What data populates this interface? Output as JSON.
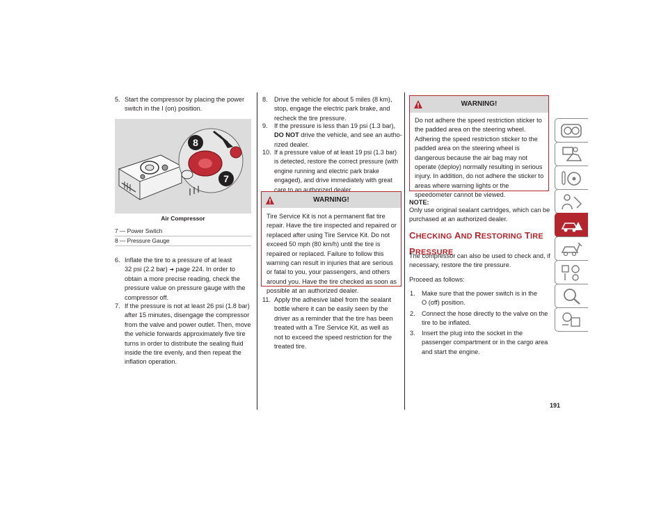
{
  "page_number": "191",
  "col1": {
    "step5_num": "5.",
    "step5_l1": "Start the compressor by placing the power",
    "step5_l2": "switch in the I (on) position.",
    "figure_caption": "Air Compressor",
    "callout_8": "8",
    "callout_7": "7",
    "legend_1": "7 — Power Switch",
    "legend_2": "8 — Pressure Gauge",
    "step6_num": "6.",
    "step6_l1": "Inflate the tire to a pressure of at least",
    "step6_l2a": "32 psi (2.2 bar)",
    "step6_ref": "page 224. In order to",
    "step6_l3": "obtain a more precise reading, check the",
    "step6_l4": "pressure value on pressure gauge with the",
    "step6_l5": "compressor off.",
    "step7_num": "7.",
    "step7_l1": "If the pressure is not at least 26 psi (1.8 bar)",
    "step7_l2": "after 15 minutes, disengage the compressor",
    "step7_l3": "from the valve and power outlet. Then, move",
    "step7_l4": "the vehicle forwards approximately five tire",
    "step7_l5": "turns in order to distribute the sealing fluid",
    "step7_l6": "inside the tire evenly, and then repeat the",
    "step7_l7": "inflation operation."
  },
  "col2": {
    "step8_num": "8.",
    "step8_l1": "Drive the vehicle for about 5 miles (8 km),",
    "step8_l2": "stop, engage the electric park brake, and",
    "step8_l3": "recheck the tire pressure.",
    "step9_num": "9.",
    "step9_l1": "If the pressure is less than 19 psi (1.3 bar),",
    "step9_bold": "DO NOT",
    "step9_l2": " drive the vehicle, and see an autho-",
    "step9_l3": "rized dealer.",
    "step10_num": "10.",
    "step10_l1": "If a pressure value of at least 19 psi (1.3 bar)",
    "step10_l2": "is detected, restore the correct pressure (with",
    "step10_l3": "engine running and electric park brake",
    "step10_l4": "engaged), and drive immediately with great",
    "step10_l5": "care to an authorized dealer.",
    "warning_title": "WARNING!",
    "warning_lines": [
      "Tire Service Kit is not a permanent flat tire",
      "repair. Have the tire inspected and repaired or",
      "replaced after using Tire Service Kit. Do not",
      "exceed 50 mph (80 km/h) until the tire is",
      "repaired or replaced. Failure to follow this",
      "warning can result in injuries that are serious",
      "or fatal to you, your passengers, and others",
      "around you. Have the tire checked as soon as",
      "possible at an authorized dealer."
    ],
    "step11_num": "11.",
    "step11_l1": "Apply the adhesive label from the sealant",
    "step11_l2": "bottle where it can be easily seen by the",
    "step11_l3": "driver as a reminder that the tire has been",
    "step11_l4": "treated with a Tire Service Kit, as well as",
    "step11_l5": "not to exceed the speed restriction for the",
    "step11_l6": "treated tire."
  },
  "col3": {
    "warning_title": "WARNING!",
    "warning_lines": [
      "Do not adhere the speed restriction sticker to",
      "the padded area on the steering wheel.",
      "Adhering the speed restriction sticker to the",
      "padded area on the steering wheel is",
      "dangerous because the air bag may not",
      "operate (deploy) normally resulting in serious",
      "injury. In addition, do not adhere the sticker to",
      "areas where warning lights or the",
      "speedometer cannot be viewed."
    ],
    "note_label": "NOTE:",
    "note_l1": "Only use original sealant cartridges, which can be",
    "note_l2": "purchased at an authorized dealer.",
    "heading_w1_big": "C",
    "heading_w1_rest": "HECKING",
    "heading_w2_big": "A",
    "heading_w2_rest": "ND",
    "heading_w3_big": "R",
    "heading_w3_rest": "ESTORING",
    "heading_w4_big": "T",
    "heading_w4_rest": "IRE",
    "heading_w5_big": "P",
    "heading_w5_rest": "RESSURE",
    "intro_l1": "The compressor can also be used to check and, if",
    "intro_l2": "necessary, restore the tire pressure.",
    "proceed": "Proceed as follows:",
    "s1_num": "1.",
    "s1_l1": "Make sure that the power switch is in the",
    "s1_l2": "O (off) position.",
    "s2_num": "2.",
    "s2_l1": "Connect the hose directly to the valve on the",
    "s2_l2": "tire to be inflated.",
    "s3_num": "3.",
    "s3_l1": "Insert the plug into the socket in the",
    "s3_l2": "passenger compartment or in the cargo area",
    "s3_l3": "and start the engine."
  },
  "colors": {
    "accent": "#b3262d",
    "warning_header_bg": "#d9d9d9",
    "text": "#231f20"
  },
  "side_tabs": [
    "dashboard-icon",
    "safety-icon",
    "steering-wheel-icon",
    "driving-icon",
    "emergency-icon",
    "servicing-icon",
    "specifications-icon",
    "search-icon",
    "languages-icon"
  ],
  "active_tab_index": 4
}
